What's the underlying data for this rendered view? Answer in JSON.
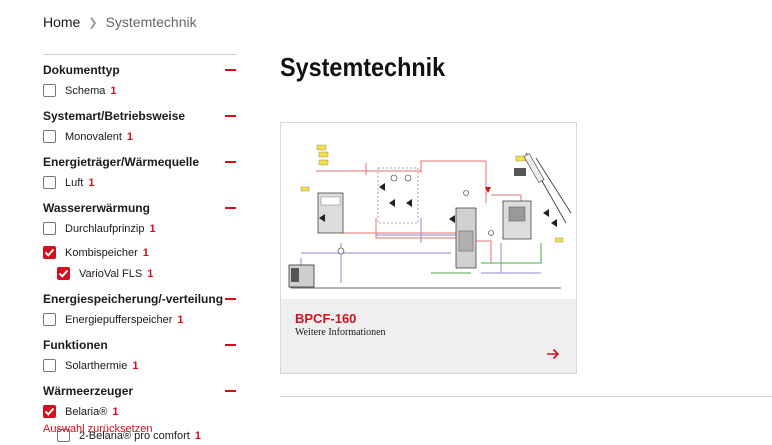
{
  "breadcrumb": {
    "home": "Home",
    "current": "Systemtechnik"
  },
  "page": {
    "title": "Systemtechnik"
  },
  "filters": {
    "groups": [
      {
        "title": "Dokumenttyp",
        "options": [
          {
            "label": "Schema",
            "count": "1",
            "checked": false
          }
        ]
      },
      {
        "title": "Systemart/Betriebsweise",
        "options": [
          {
            "label": "Monovalent",
            "count": "1",
            "checked": false
          }
        ]
      },
      {
        "title": "Energieträger/Wärmequelle",
        "options": [
          {
            "label": "Luft",
            "count": "1",
            "checked": false
          }
        ]
      },
      {
        "title": "Wassererwärmung",
        "options": [
          {
            "label": "Durchlaufprinzip",
            "count": "1",
            "checked": false
          },
          {
            "label": "Kombispeicher",
            "count": "1",
            "checked": true
          },
          {
            "label": "VarioVal FLS",
            "count": "1",
            "checked": true
          }
        ]
      },
      {
        "title": "Energiespeicherung/-verteilung",
        "options": [
          {
            "label": "Energiepufferspeicher",
            "count": "1",
            "checked": false
          }
        ]
      },
      {
        "title": "Funktionen",
        "options": [
          {
            "label": "Solarthermie",
            "count": "1",
            "checked": false
          }
        ]
      },
      {
        "title": "Wärmeerzeuger",
        "options": [
          {
            "label": "Belaria®",
            "count": "1",
            "checked": true
          },
          {
            "label": "2-Belaria® pro comfort",
            "count": "1",
            "checked": false
          }
        ]
      }
    ],
    "reset_label": "Auswahl zurücksetzen"
  },
  "card": {
    "title": "BPCF-160",
    "link": "Weitere Informationen",
    "arrow_icon": "arrow-right-icon"
  },
  "colors": {
    "accent": "#d20f1e"
  }
}
